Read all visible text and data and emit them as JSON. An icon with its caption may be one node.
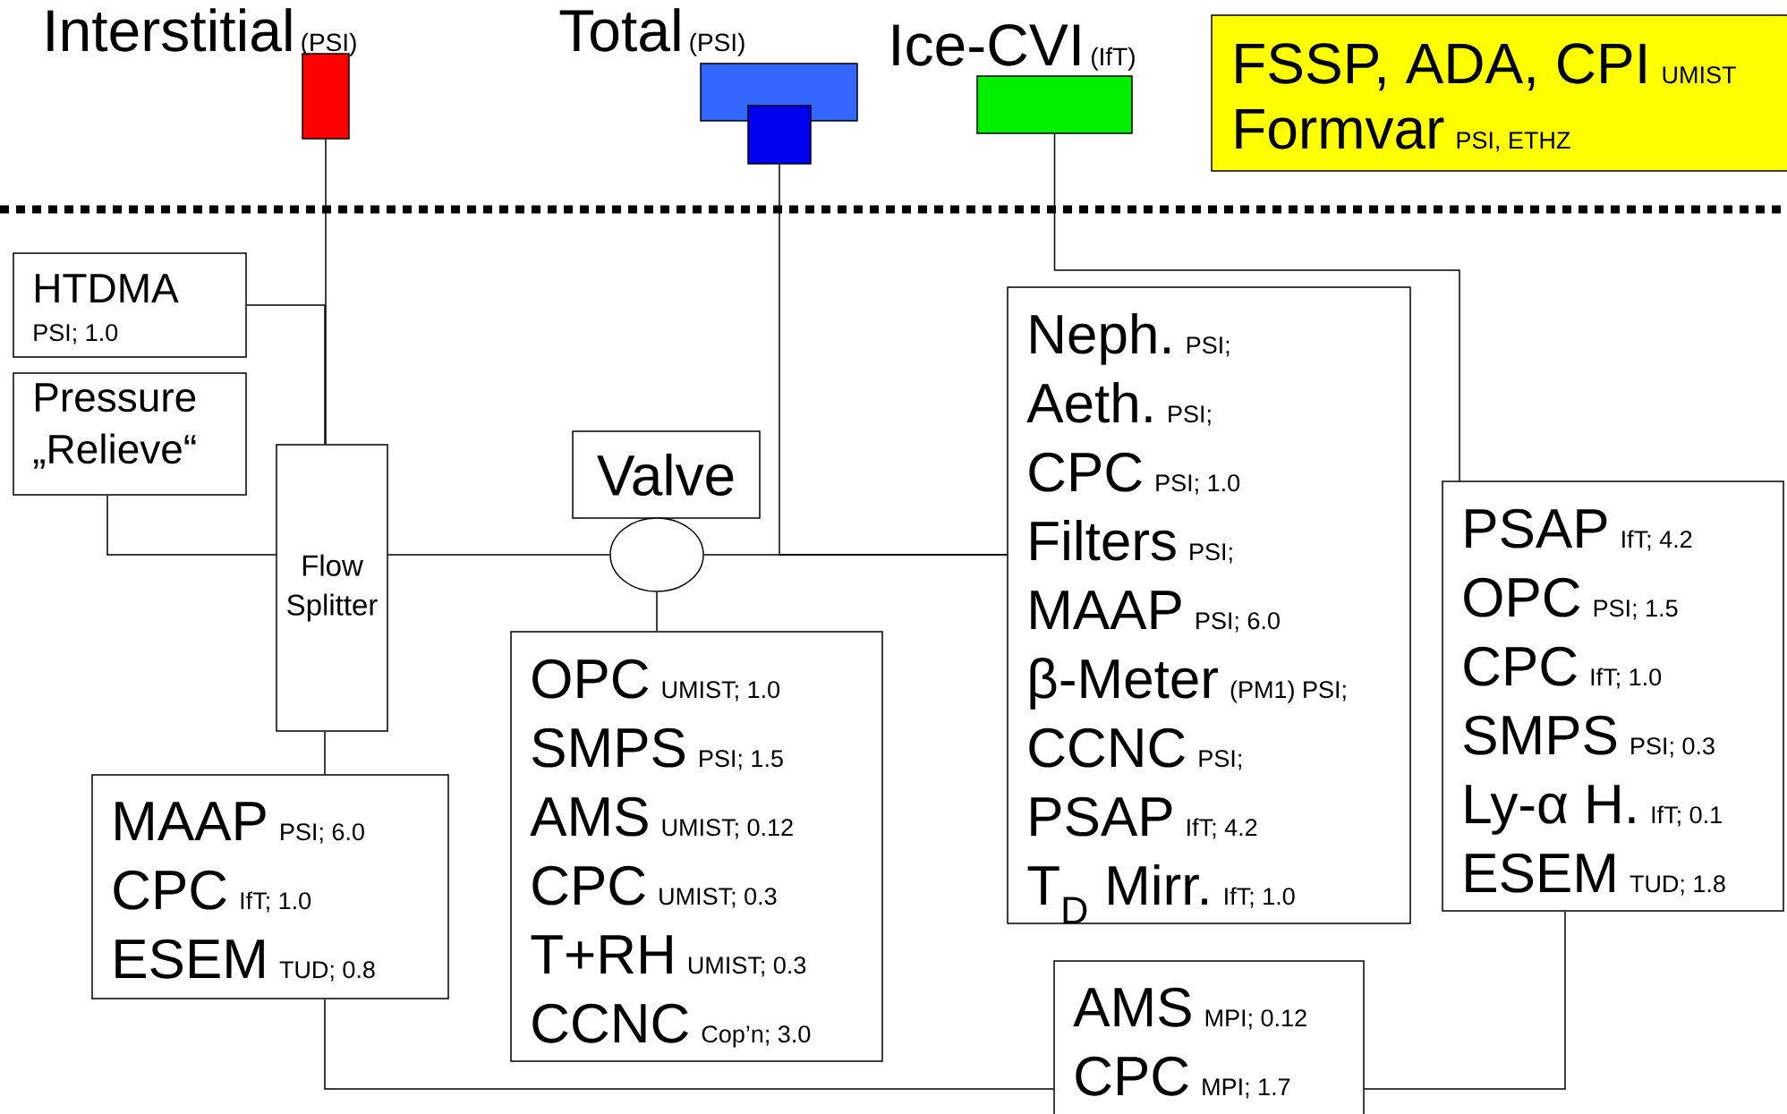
{
  "diagram": {
    "nodes": [
      {
        "text": [
          "Interstitial",
          "(PSI)"
        ]
      },
      {
        "text": [
          "Total",
          "(PSI)"
        ]
      },
      {
        "text": [],
        "shape": "box"
      },
      {
        "text": [
          "Ice-CVI",
          "(IfT)"
        ]
      },
      {
        "text": [
          "FSSP, ADA, CPI",
          "UMIST",
          "Formvar",
          "PSI, ETHZ"
        ]
      },
      {
        "text": [
          "HTDMA",
          "PSI; 1.0"
        ]
      },
      {
        "text": [
          "Pressure „Relieve“"
        ]
      },
      {
        "text": [
          "Flow Splitter"
        ]
      },
      {
        "text": [
          "Valve"
        ]
      },
      {
        "text": [],
        "shape": "circle"
      },
      {
        "text": [
          "MAAP",
          "PSI; 6.0",
          "CPC",
          "IfT; 1.0",
          "ESEM",
          "TUD; 0.8"
        ]
      },
      {
        "text": [
          "OPC",
          "UMIST; 1.0",
          "SMPS",
          "PSI; 1.5",
          "AMS",
          "UMIST; 0.12",
          "CPC",
          "UMIST; 0.3",
          "T+RH",
          "UMIST; 0.3",
          "CCNC",
          "Cop’n; 3.0"
        ]
      },
      {
        "text": [
          "Neph.",
          "PSI;",
          "Aeth.",
          "PSI;",
          "CPC",
          "PSI; 1.0",
          "Filters",
          "PSI;",
          "MAAP",
          "PSI; 6.0",
          "β-Meter",
          "(PM1) PSI;",
          "CCNC",
          "PSI;",
          "PSAP",
          "IfT; 4.2",
          "T$_{D}$ Mirr.",
          "IfT; 1.0"
        ]
      },
      {
        "text": [
          "PSAP",
          "IfT; 4.2",
          "OPC",
          "PSI; 1.5",
          "CPC",
          "IfT; 1.0",
          "SMPS",
          "PSI; 0.3",
          "Ly-α H.",
          "IfT; 0.1",
          "ESEM",
          "TUD; 1.8"
        ]
      },
      {
        "text": [
          "AMS",
          "MPI; 0.12",
          "CPC",
          "MPI; 1.7"
        ]
      }
    ],
    "edges": [
      {
        "from": 0,
        "to": 7,
        "arrow": "none"
      },
      {
        "from": 5,
        "to": 7,
        "arrow": "none"
      },
      {
        "from": 6,
        "to": 7,
        "arrow": "none"
      },
      {
        "from": 7,
        "to": 9,
        "arrow": "none"
      },
      {
        "from": 7,
        "to": 10,
        "arrow": "none"
      },
      {
        "from": 9,
        "to": 11,
        "arrow": "none"
      },
      {
        "from": 9,
        "to": 12,
        "arrow": "none"
      },
      {
        "from": 2,
        "to": 12,
        "arrow": "none"
      },
      {
        "from": 3,
        "to": 13,
        "arrow": "none"
      },
      {
        "from": 10,
        "to": 14,
        "arrow": "none"
      },
      {
        "from": 13,
        "to": 14,
        "arrow": "none"
      }
    ]
  }
}
